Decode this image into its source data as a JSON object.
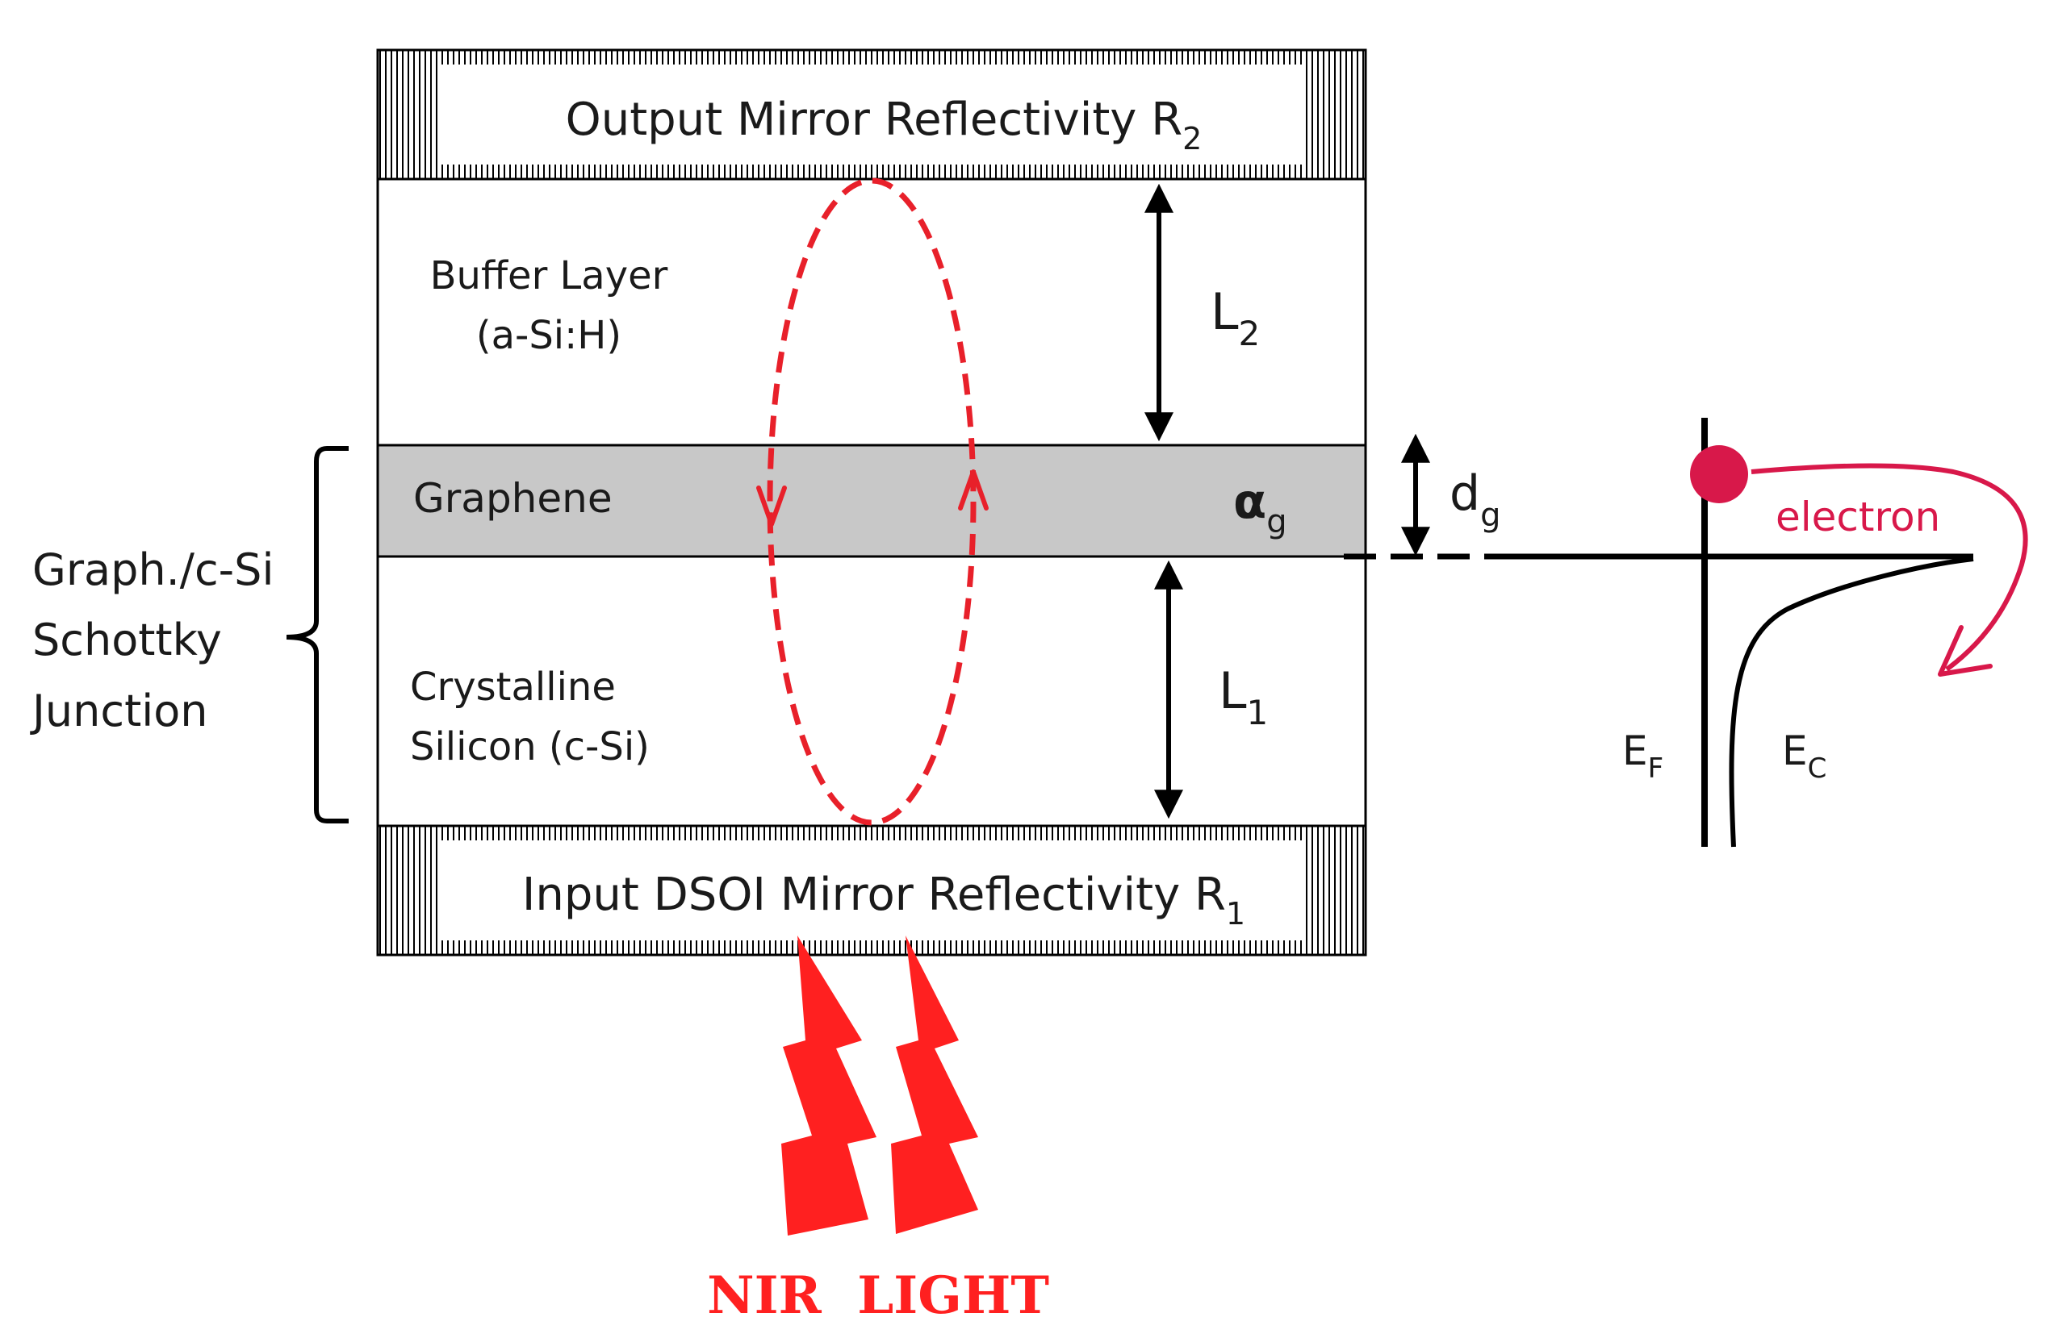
{
  "mirrors": {
    "output": {
      "text": "Output Mirror Reflectivity R",
      "sub": "2"
    },
    "input": {
      "text": "Input DSOI Mirror Reflectivity R",
      "sub": "1"
    }
  },
  "layers": {
    "buffer": {
      "line1": "Buffer Layer",
      "line2": "(a-Si:H)"
    },
    "graphene": {
      "text": "Graphene",
      "alpha": "α",
      "alpha_sub": "g"
    },
    "silicon": {
      "line1": "Crystalline",
      "line2": "Silicon (c-Si)"
    }
  },
  "dimensions": {
    "L2": {
      "main": "L",
      "sub": "2"
    },
    "L1": {
      "main": "L",
      "sub": "1"
    },
    "dg": {
      "main": "d",
      "sub": "g"
    }
  },
  "junction": {
    "line1": "Graph./c-Si",
    "line2": "Schottky",
    "line3": "Junction"
  },
  "band": {
    "electron": "electron",
    "EF": {
      "main": "E",
      "sub": "F"
    },
    "EC": {
      "main": "E",
      "sub": "C"
    }
  },
  "light": {
    "text": "NIR  LIGHT"
  },
  "colors": {
    "red": "#e8202a",
    "electron_label": "#d8184a",
    "graphene_fill": "#c8c8c8",
    "line": "#000000"
  }
}
